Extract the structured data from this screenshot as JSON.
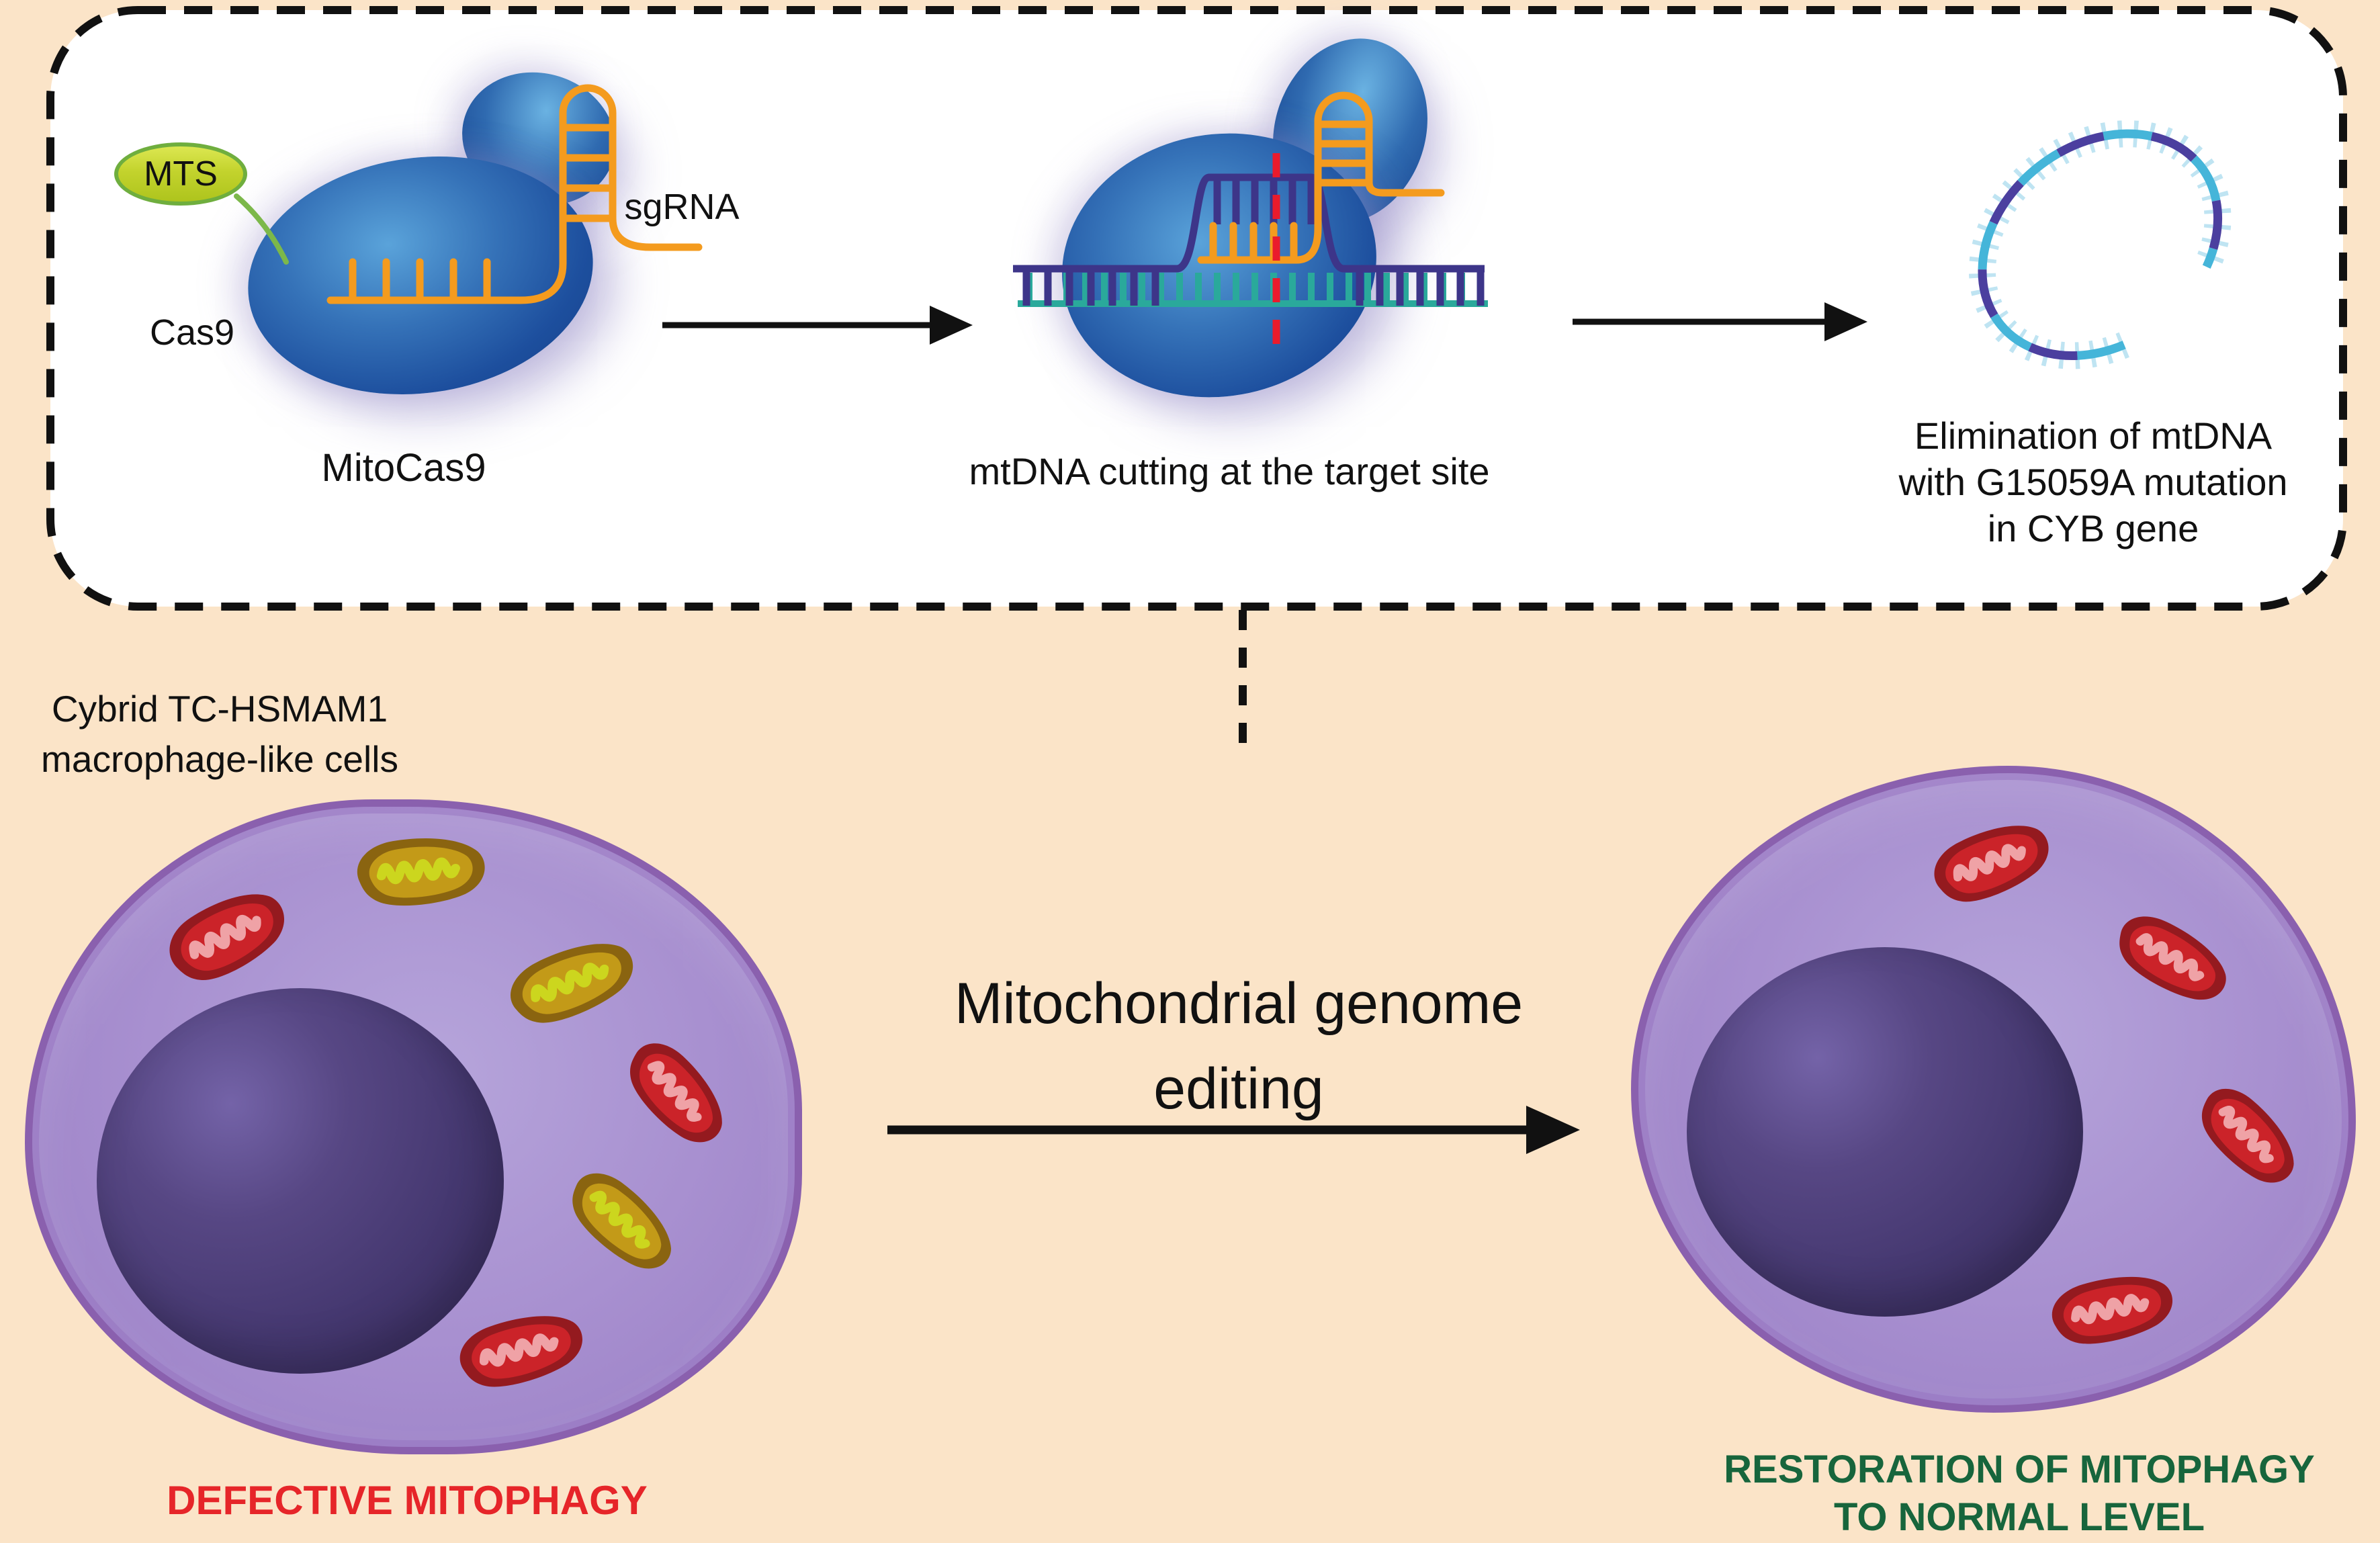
{
  "colors": {
    "background": "#fbe4c8",
    "box_background": "#ffffff",
    "box_border": "#111111",
    "cas9_blue": "#2e6cb3",
    "sgrna_orange": "#f49b1e",
    "mts_green_fill": "#c3d32d",
    "mts_green_border": "#6fae3e",
    "dna_strand_purple": "#3d3589",
    "dna_strand_teal": "#2aa99b",
    "cut_line_red": "#ea1b2c",
    "plasmid_cyan": "#45b5d9",
    "plasmid_purple": "#4b3f9f",
    "plasmid_rungs": "#bfe4f2",
    "arrow_black": "#111111",
    "cell_membrane": "#8a60ae",
    "cytoplasm": "#a890d0",
    "nucleus": "#453870",
    "defective_text": "#e62529",
    "restored_text": "#17653c",
    "mito": {
      "red": {
        "rim": "#941a1f",
        "body": "#cb2329",
        "cristae": "#efa2a6"
      },
      "yellow": {
        "rim": "#8a6410",
        "body": "#c39a18",
        "cristae": "#ccd61e"
      }
    }
  },
  "process_box": {
    "steps": [
      {
        "caption": "MitoCas9",
        "labels": {
          "mts": "MTS",
          "sgrna": "sgRNA",
          "cas9": "Cas9"
        }
      },
      {
        "caption": "mtDNA cutting at the target site"
      },
      {
        "caption_lines": [
          "Elimination of mtDNA",
          "with G15059A mutation",
          "in CYB gene"
        ]
      }
    ]
  },
  "transition": {
    "lines": [
      "Mitochondrial genome",
      "editing"
    ]
  },
  "cells": {
    "left": {
      "title_lines": [
        "Cybrid TC-HSMAM1",
        "macrophage-like cells"
      ],
      "status": "DEFECTIVE MITOPHAGY",
      "mitochondria": [
        "red",
        "yellow",
        "yellow",
        "red",
        "yellow",
        "red"
      ]
    },
    "right": {
      "status_lines": [
        "RESTORATION OF MITOPHAGY",
        "TO NORMAL LEVEL"
      ],
      "mitochondria": [
        "red",
        "red",
        "red",
        "red"
      ]
    }
  }
}
